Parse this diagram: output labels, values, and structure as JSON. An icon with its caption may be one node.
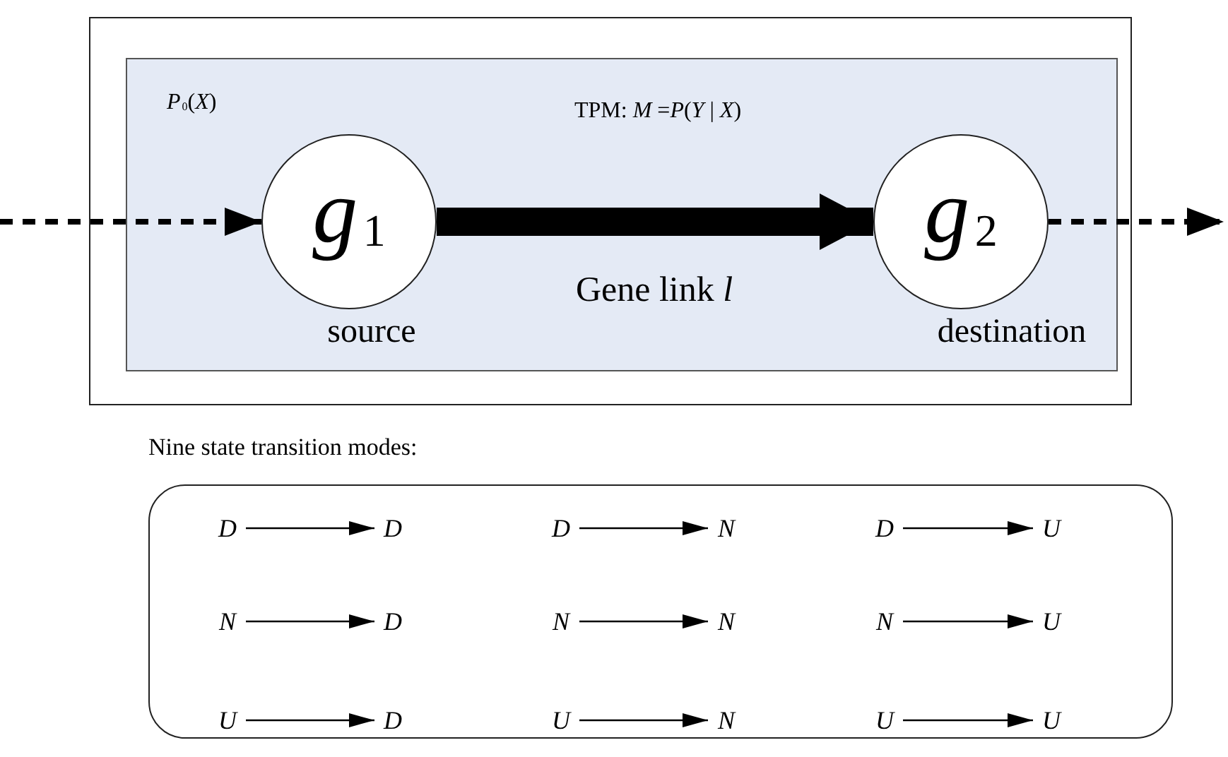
{
  "diagram": {
    "nodes": [
      {
        "text": [],
        "shape": "box"
      },
      {
        "text": [
          "Gene link *l*"
        ],
        "in": 0
      },
      {
        "text": [
          "*g*$_{1}$"
        ],
        "in": 1,
        "beside": [
          "source"
        ]
      },
      {
        "text": [
          "*g*$_{2}$"
        ],
        "in": 1,
        "beside": [
          "destination"
        ]
      },
      {
        "text": [],
        "shape": "box"
      },
      {
        "text": [
          "D"
        ],
        "in": 4
      },
      {
        "text": [
          "D"
        ],
        "in": 4
      },
      {
        "text": [
          "D"
        ],
        "in": 4
      },
      {
        "text": [
          "N"
        ],
        "in": 4
      },
      {
        "text": [
          "D"
        ],
        "in": 4
      },
      {
        "text": [
          "U"
        ],
        "in": 4
      },
      {
        "text": [
          "N"
        ],
        "in": 4
      },
      {
        "text": [
          "D"
        ],
        "in": 4
      },
      {
        "text": [
          "N"
        ],
        "in": 4
      },
      {
        "text": [
          "N"
        ],
        "in": 4
      },
      {
        "text": [
          "N"
        ],
        "in": 4
      },
      {
        "text": [
          "U"
        ],
        "in": 4
      },
      {
        "text": [
          "U"
        ],
        "in": 4
      },
      {
        "text": [
          "D"
        ],
        "in": 4
      },
      {
        "text": [
          "U"
        ],
        "in": 4
      },
      {
        "text": [
          "N"
        ],
        "in": 4
      },
      {
        "text": [
          "U"
        ],
        "in": 4
      },
      {
        "text": [
          "U"
        ],
        "in": 4
      }
    ],
    "edges": [
      {
        "from": null,
        "to": 2,
        "arrow": "to",
        "style": "dashed"
      },
      {
        "from": 2,
        "to": 3,
        "arrow": "to",
        "style": "thick",
        "label": "TPM: *M* =*P*(*Y* | *X*)"
      },
      {
        "from": 3,
        "to": null,
        "arrow": "to",
        "style": "dashed"
      },
      {
        "from": 5,
        "to": 6,
        "arrow": "to"
      },
      {
        "from": 7,
        "to": 8,
        "arrow": "to"
      },
      {
        "from": 9,
        "to": 10,
        "arrow": "to"
      },
      {
        "from": 11,
        "to": 12,
        "arrow": "to"
      },
      {
        "from": 13,
        "to": 14,
        "arrow": "to"
      },
      {
        "from": 15,
        "to": 16,
        "arrow": "to"
      },
      {
        "from": 17,
        "to": 18,
        "arrow": "to"
      },
      {
        "from": 19,
        "to": 20,
        "arrow": "to"
      },
      {
        "from": 21,
        "to": 22,
        "arrow": "to"
      }
    ],
    "labels": [
      "*P*$_{0}$(*X*)",
      "Nine state transition modes:"
    ]
  }
}
